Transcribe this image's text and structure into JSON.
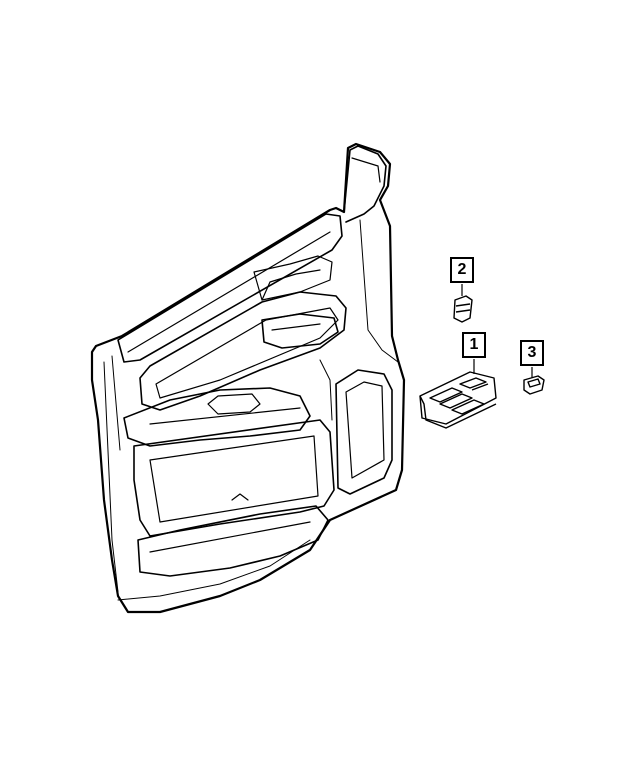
{
  "callouts": {
    "part_1": "1",
    "part_2": "2",
    "part_3": "3"
  },
  "parts": {
    "door_panel_icon": "door-trim-panel",
    "switch_icon": "window-switch",
    "clip_icon": "fastener-clip",
    "single_switch_icon": "single-switch"
  },
  "colors": {
    "line": "#000000",
    "background": "#ffffff"
  }
}
